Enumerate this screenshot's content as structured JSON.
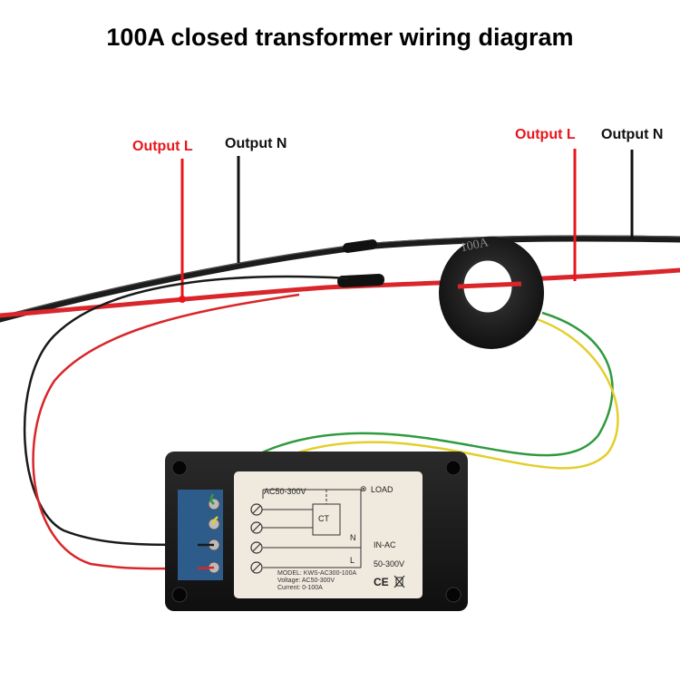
{
  "title": "100A closed transformer wiring diagram",
  "labels": {
    "left_output_l": "Output L",
    "left_output_n": "Output N",
    "right_output_l": "Output L",
    "right_output_n": "Output N"
  },
  "transformer": {
    "marking": "100A"
  },
  "module": {
    "supply": "AC50-300V",
    "load": "LOAD",
    "ct": "CT",
    "n": "N",
    "in_ac": "IN-AC",
    "l": "L",
    "voltage_range": "50-300V",
    "model": "MODEL: KWS-AC300-100A",
    "voltage": "Voltage: AC50-300V",
    "current": "Current: 0-100A",
    "marks": "CE"
  },
  "colors": {
    "output_l": "#e8161b",
    "output_n": "#111111",
    "wire_red": "#d9262a",
    "wire_black": "#1a1a1a",
    "wire_green": "#2f9a3e",
    "wire_yellow": "#e3cf2a"
  }
}
